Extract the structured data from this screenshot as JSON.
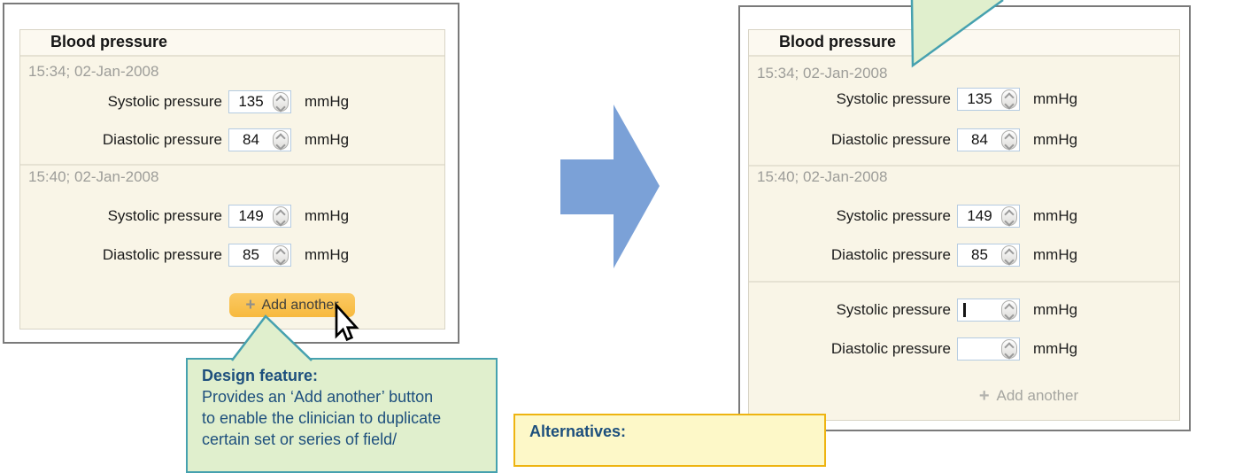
{
  "left_panel": {
    "title": "Blood pressure",
    "entries": [
      {
        "timestamp": "15:34; 02-Jan-2008",
        "rows": [
          {
            "label": "Systolic pressure",
            "value": "135",
            "unit": "mmHg"
          },
          {
            "label": "Diastolic pressure",
            "value": "84",
            "unit": "mmHg"
          }
        ]
      },
      {
        "timestamp": "15:40; 02-Jan-2008",
        "rows": [
          {
            "label": "Systolic pressure",
            "value": "149",
            "unit": "mmHg"
          },
          {
            "label": "Diastolic pressure",
            "value": "85",
            "unit": "mmHg"
          }
        ]
      }
    ],
    "add_button": {
      "plus": "+",
      "label": "Add another"
    }
  },
  "right_panel": {
    "title": "Blood pressure",
    "entries": [
      {
        "timestamp": "15:34; 02-Jan-2008",
        "rows": [
          {
            "label": "Systolic pressure",
            "value": "135",
            "unit": "mmHg"
          },
          {
            "label": "Diastolic pressure",
            "value": "84",
            "unit": "mmHg"
          }
        ]
      },
      {
        "timestamp": "15:40; 02-Jan-2008",
        "rows": [
          {
            "label": "Systolic pressure",
            "value": "149",
            "unit": "mmHg"
          },
          {
            "label": "Diastolic pressure",
            "value": "85",
            "unit": "mmHg"
          }
        ]
      },
      {
        "timestamp": "",
        "rows": [
          {
            "label": "Systolic pressure",
            "value": "",
            "unit": "mmHg"
          },
          {
            "label": "Diastolic pressure",
            "value": "",
            "unit": "mmHg"
          }
        ]
      }
    ],
    "add_action": {
      "plus": "+",
      "label": "Add another"
    }
  },
  "callouts": {
    "design_feature": {
      "heading": "Design feature:",
      "lines": [
        "Provides an ‘Add another’ button",
        "to enable the clinician to duplicate",
        "certain set or series of field/"
      ]
    },
    "alternatives": {
      "heading": "Alternatives:"
    }
  },
  "colors": {
    "panel_bg": "#f9f5e7",
    "window_border": "#7a7a7a",
    "input_border": "#b5cbe1",
    "add_button_amber": "#f8c04f",
    "timestamp_gray": "#9d9d99",
    "inactive_gray": "#a5a5a0",
    "arrow_blue": "#7ba1d7",
    "callout_green_bg": "#e0efcd",
    "callout_teal_border": "#46a1af",
    "callout_yellow_bg": "#fdf8c8",
    "callout_yellow_border": "#eeb411",
    "callout_text_navy": "#1d4f7d"
  }
}
